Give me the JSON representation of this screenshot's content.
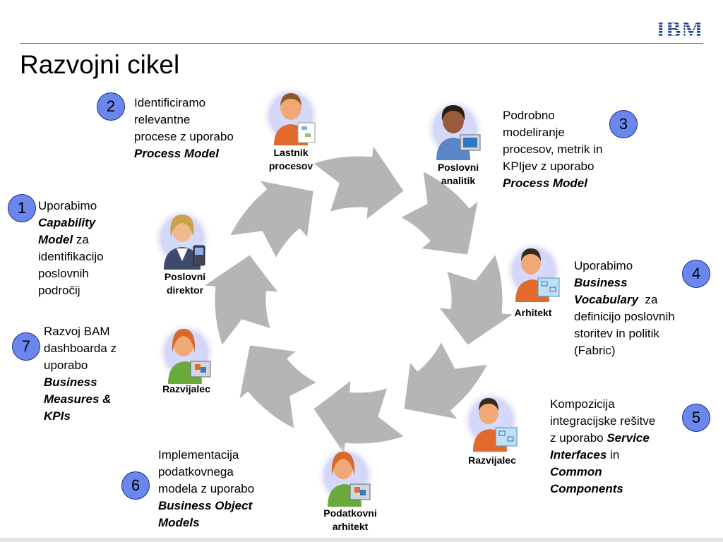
{
  "title": "Razvojni cikel",
  "logo": "IBM",
  "steps": [
    {
      "num": "1",
      "role_line1": "Poslovni",
      "role_line2": "direktor",
      "d1": "Uporabimo",
      "d2": "Capability",
      "d3": "Model",
      "d4": " za",
      "d5": "identifikacijo",
      "d6": "poslovnih",
      "d7": "področij"
    },
    {
      "num": "2",
      "role_line1": "Lastnik",
      "role_line2": "procesov",
      "d1": "Identificiramo",
      "d2": "relevantne",
      "d3": "procese z uporabo",
      "d4": "Process Model"
    },
    {
      "num": "3",
      "role_line1": "Poslovni",
      "role_line2": "analitik",
      "d1": "Podrobno",
      "d2": "modeliranje",
      "d3": "procesov, metrik in",
      "d4": "KPIjev z uporabo",
      "d5": "Process Model"
    },
    {
      "num": "4",
      "role_line1": "Arhitekt",
      "d1": "Uporabimo",
      "d2": "Business",
      "d3": "Vocabulary",
      "d4": "  za",
      "d5": "definicijo poslovnih",
      "d6": "storitev in politik",
      "d7": "(Fabric)"
    },
    {
      "num": "5",
      "role_line1": "Razvijalec",
      "d1": "Kompozicija",
      "d2": "integracijske rešitve",
      "d3": "z uporabo ",
      "d4": "Service",
      "d5": "Interfaces",
      "d6": " in",
      "d7": "Common",
      "d8": "Components"
    },
    {
      "num": "6",
      "role_line1": "Podatkovni",
      "role_line2": "arhitekt",
      "d1": "Implementacija",
      "d2": "podatkovnega",
      "d3": "modela z uporabo",
      "d4": "Business Object",
      "d5": "Models"
    },
    {
      "num": "7",
      "role_line1": "Razvijalec",
      "d1": "Razvoj BAM",
      "d2": "dashboarda z",
      "d3": "uporabo",
      "d4": "Business",
      "d5": "Measures &",
      "d6": "KPIs"
    }
  ],
  "colors": {
    "badge": "#6b87ee",
    "arrow": "#b5b5b5",
    "glow": "#c9cdf5",
    "skin": "#f0a877",
    "shirt": "#e26a2c",
    "hair": "#5a3a1f"
  }
}
